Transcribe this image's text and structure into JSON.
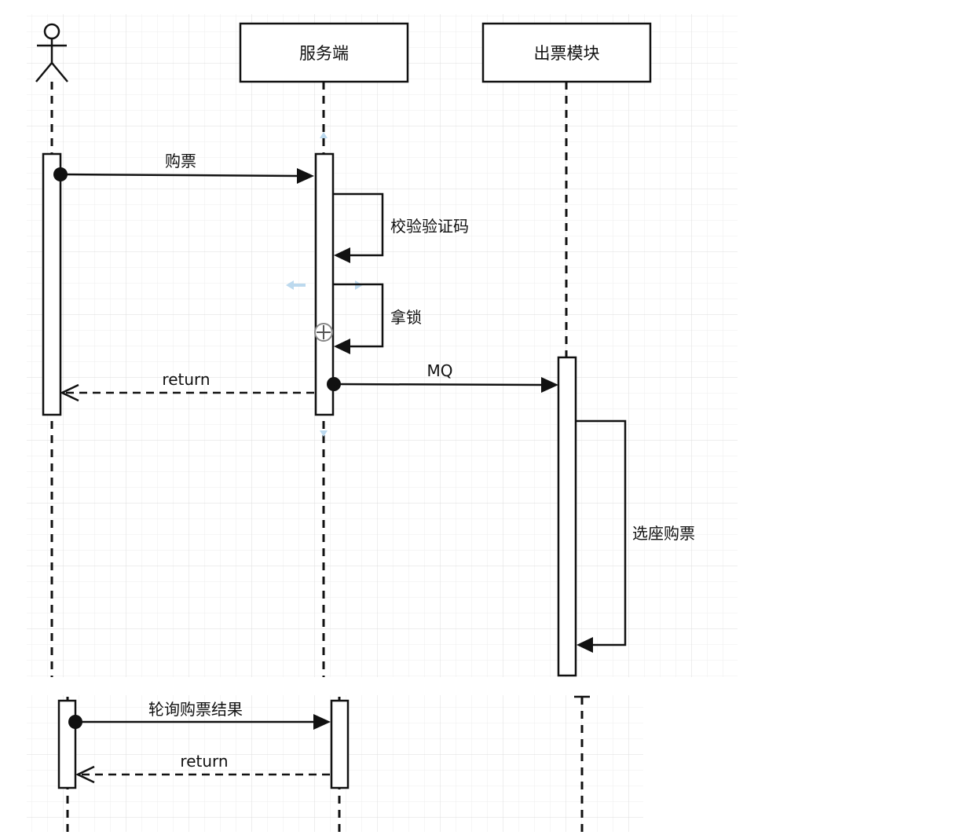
{
  "participants": {
    "server": "服务端",
    "ticket_module": "出票模块"
  },
  "messages": {
    "buy_ticket": "购票",
    "verify_captcha": "校验验证码",
    "get_lock": "拿锁",
    "mq": "MQ",
    "return_1": "return",
    "select_seat": "选座购票",
    "poll_result": "轮询购票结果",
    "return_2": "return"
  },
  "colors": {
    "grid_minor": "#eeeeee",
    "grid_major": "#dcdcdc",
    "line": "#111111",
    "handle": "#bcd9ee"
  }
}
